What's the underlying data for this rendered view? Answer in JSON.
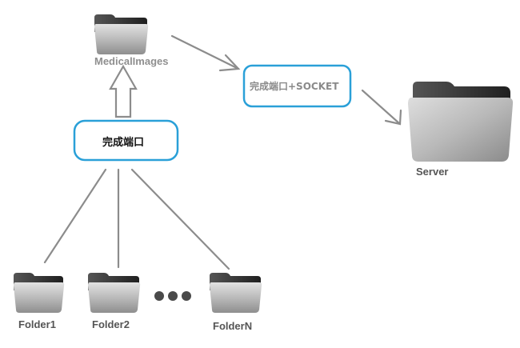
{
  "nodes": {
    "medical_images": "MedicalImages",
    "server": "Server",
    "folder1": "Folder1",
    "folder2": "Folder2",
    "folderN": "FolderN"
  },
  "boxes": {
    "complete_port": "完成端口",
    "complete_port_socket": "完成端口+SOCKET"
  },
  "colors": {
    "box_border": "#2aa0d8",
    "line": "#8c8c8c",
    "folder_light": "#cfcfcf",
    "folder_dark": "#3a3a3a"
  },
  "icons": [
    "folder-icon",
    "ellipsis-dots-icon",
    "hollow-up-arrow-icon"
  ]
}
